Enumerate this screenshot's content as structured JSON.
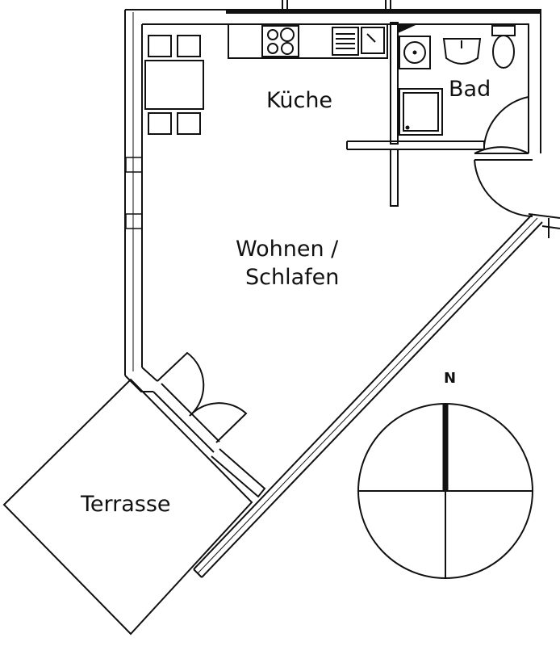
{
  "rooms": {
    "kitchen": "Küche",
    "bath": "Bad",
    "living_line1": "Wohnen /",
    "living_line2": "Schlafen",
    "terrace": "Terrasse"
  },
  "compass": {
    "north_label": "N"
  }
}
